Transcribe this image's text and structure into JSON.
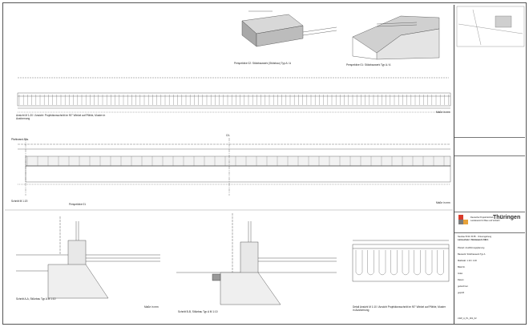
{
  "views": {
    "perspective_02": "Perspektive 02: Stützbauwerk (Stützbau) Typ A / A",
    "perspective_01": "Perspektive 01: Stützbauwerk Typ A / A",
    "elevation_title": "Ansicht M 1:20 / Ansicht: Projektionsschnitt im 90° Winkel auf Pfähle, Muster in Ausformung",
    "section_label": "Schnitt M 1:20",
    "perspective_label": "Perspektive 01",
    "longitudinal_label": "Pfahlwand Ans.",
    "dim_note": "Maße in mm",
    "section_a": "Schnitt A-A, Stützbau Typ A    M 1:10",
    "section_b": "Schnitt B-B, Stützbau Typ A    M 1:10",
    "detail_title": "Detail Ansicht M 1:10 / Ansicht Projektionsschnitt im 90° Winkel auf Pfähle, Muster in Ausformung",
    "axis_mark": "C/L",
    "scale_note_1": "Maße in mm",
    "scale_note_2": "Maße in mm"
  },
  "title_block": {
    "logo_text": "Thüringen",
    "org_1": "Deutsche Projekt Einheit",
    "org_2": "Landesamt für Bau und Verkehr",
    "project_line": "Neubau B 90 / B 85 · Ortsumgehung",
    "drawing_title": "Lärmschutz / Stützwand LSW-1",
    "rows": [
      "Planart: Ausführungsplanung",
      "Bauwerk: Stützbauwerk Typ A",
      "Maßstab: 1:10 / 1:20",
      "Blatt-Nr.",
      "Index",
      "Datum",
      "gezeichnet",
      "geprüft"
    ],
    "footer": "LSW_A_PL_001_02"
  }
}
